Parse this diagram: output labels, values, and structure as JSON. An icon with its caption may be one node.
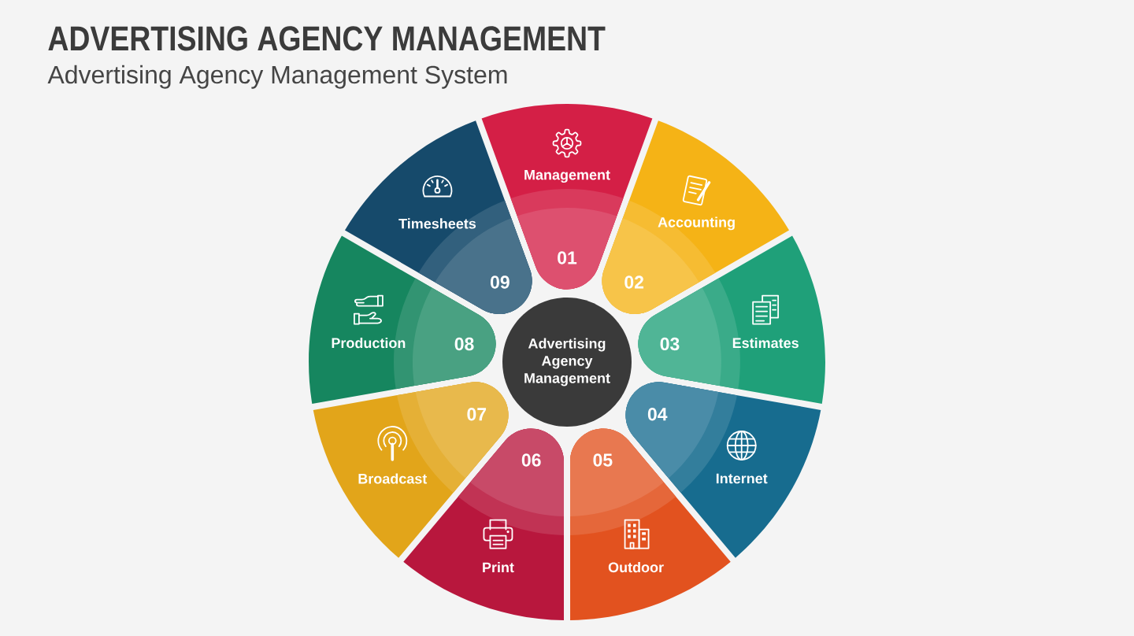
{
  "diagram": {
    "title": "ADVERTISING AGENCY MANAGEMENT",
    "nodes": [
      {
        "text": [
          "Advertising Agency Management"
        ]
      },
      {
        "text": [
          "Management",
          "01"
        ]
      },
      {
        "text": [
          "Accounting",
          "02"
        ]
      },
      {
        "text": [
          "03",
          "Estimates"
        ]
      },
      {
        "text": [
          "04",
          "Internet"
        ]
      },
      {
        "text": [
          "05",
          "Outdoor"
        ]
      },
      {
        "text": [
          "06",
          "Print"
        ]
      },
      {
        "text": [
          "07",
          "Broadcast"
        ]
      },
      {
        "text": [
          "Production",
          "08"
        ]
      },
      {
        "text": [
          "Timesheets",
          "09"
        ]
      }
    ],
    "labels": [
      "Advertising Agency Management System"
    ]
  }
}
